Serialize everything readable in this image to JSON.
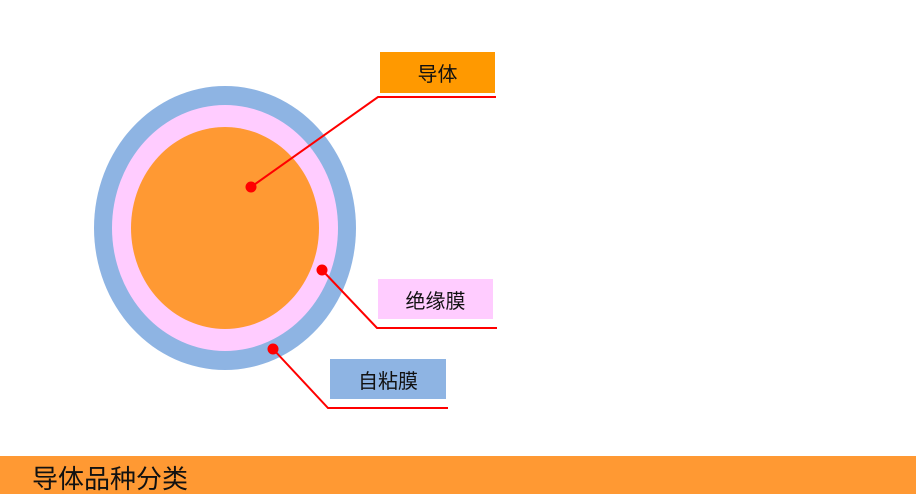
{
  "labels": {
    "conductor": "导体",
    "insulation": "绝缘膜",
    "self_adhesive": "自粘膜"
  },
  "footer": {
    "title": "导体品种分类"
  },
  "colors": {
    "conductor": "#ff9933",
    "conductor_label": "#ff9900",
    "insulation": "#ffccff",
    "self_adhesive": "#8eb4e3",
    "leader": "#ff0000",
    "bar": "#ff9933"
  }
}
